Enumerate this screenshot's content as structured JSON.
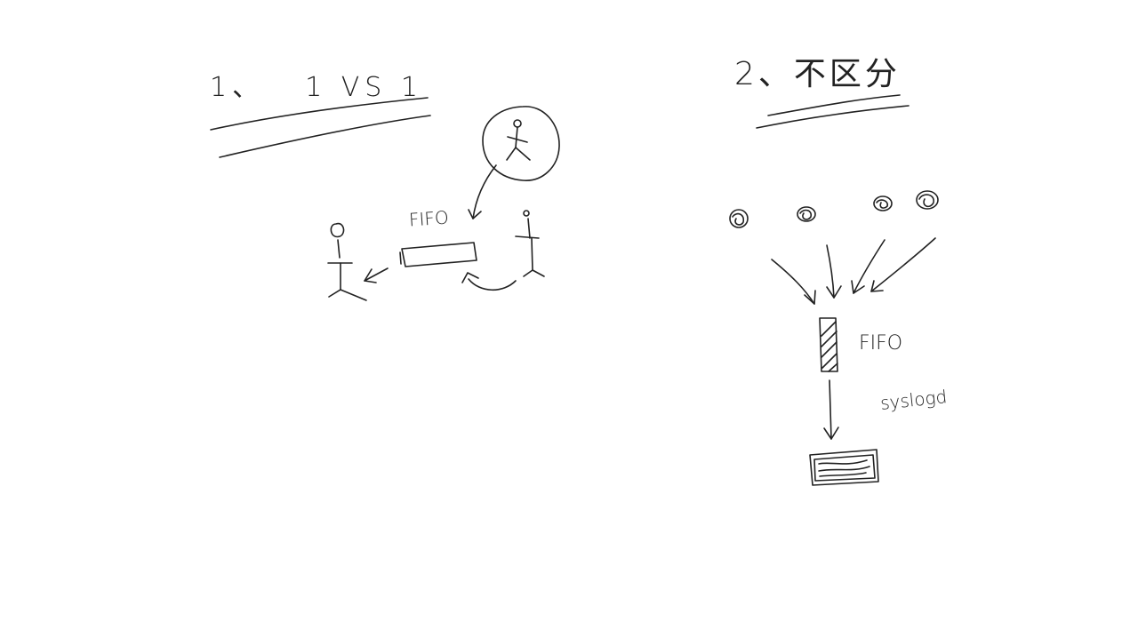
{
  "canvas": {
    "background": "#ffffff",
    "ink_color": "#222222"
  },
  "section_one": {
    "number": "1、",
    "title": "1 VS 1",
    "queue_label": "FIFO"
  },
  "section_two": {
    "number": "2、",
    "title": "不区分",
    "queue_label": "FIFO",
    "daemon_label": "syslogd"
  },
  "icons": {
    "person": "stick-figure-icon",
    "process": "circle-scribble-icon",
    "queue": "rectangle-icon",
    "log_file": "document-icon"
  }
}
